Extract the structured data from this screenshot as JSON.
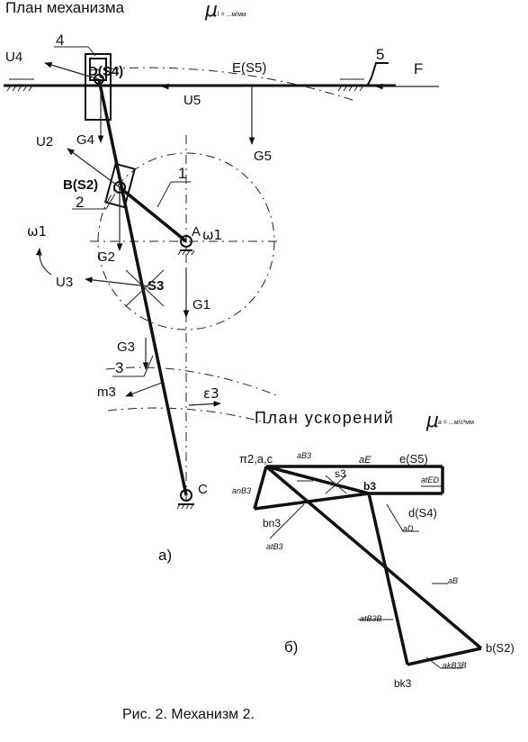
{
  "diagram": {
    "title": "План механизма",
    "mu_l": "μ",
    "mu_l_sub": "l = ...м/мм",
    "labels": {
      "n4": "4",
      "n5": "5",
      "n1": "1",
      "n2": "2",
      "n3": "3",
      "U4": "U4",
      "U5": "U5",
      "U2": "U2",
      "U3": "U3",
      "D": "D(S4)",
      "E": "E(S5)",
      "F": "F",
      "G4": "G4",
      "G5": "G5",
      "G2": "G2",
      "G1": "G1",
      "G3": "G3",
      "B": "B(S2)",
      "A": "A",
      "w1a": "ω1",
      "w1b": "ω1",
      "S3": "S3",
      "m3": "m3",
      "e3": "ε3",
      "C": "C",
      "part_a": "а)"
    },
    "accel_title": "План ускорений",
    "mu_a": "μ",
    "mu_a_sub": "a = ...м/с²мм",
    "accel": {
      "pi": "π2,a,c",
      "aB3": "aB3",
      "aE": "aE",
      "e": "e(S5)",
      "s3": "s3",
      "b3": "b3",
      "atED": "atED",
      "anB3": "anB3",
      "d": "d(S4)",
      "bn3": "bn3",
      "atB3": "atB3",
      "aD": "aD",
      "aB": "aB",
      "atB3B": "atB3B",
      "b": "b(S2)",
      "bk3": "bk3",
      "akB3B": "akB3B",
      "part_b": "б)"
    },
    "caption": "Рис. 2. Механизм 2."
  }
}
